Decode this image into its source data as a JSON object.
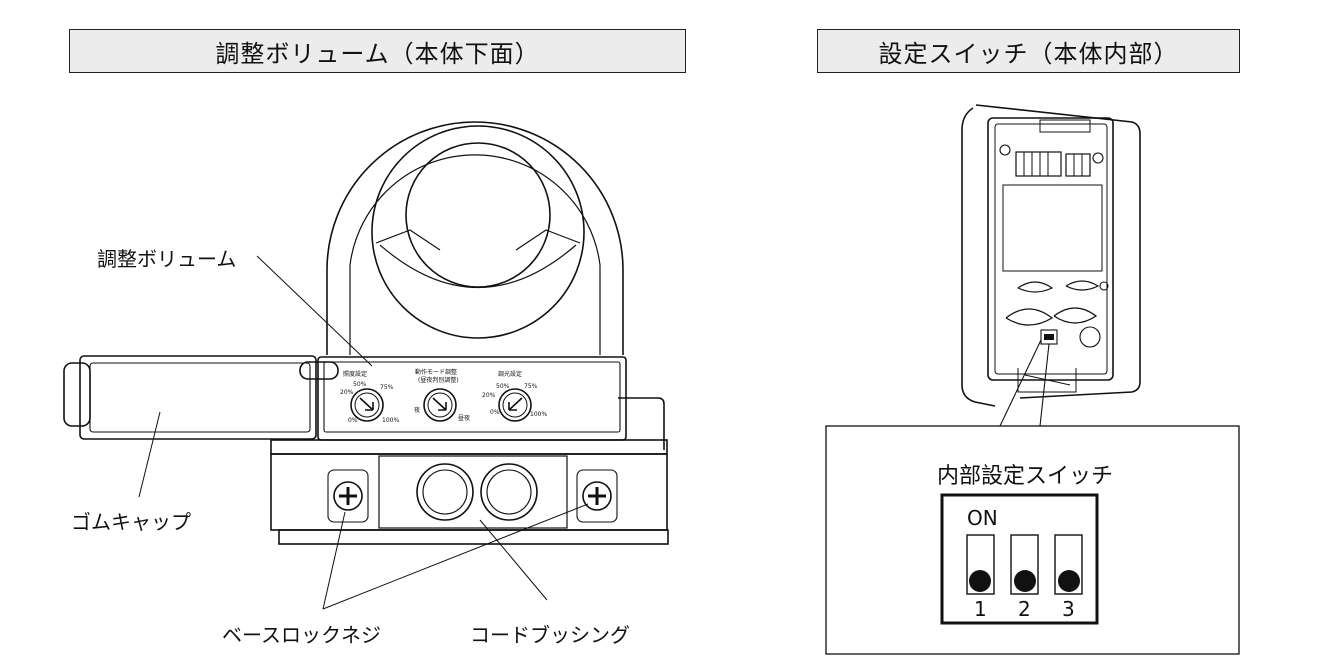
{
  "left_panel": {
    "title": "調整ボリューム（本体下面）",
    "labels": {
      "volume": "調整ボリューム",
      "rubber_cap": "ゴムキャップ",
      "base_lock_screw": "ベースロックネジ",
      "cord_bushing": "コードブッシング"
    },
    "dials": [
      {
        "title": "照度設定",
        "ticks": [
          "20%",
          "50%",
          "75%",
          "0%",
          "100%"
        ]
      },
      {
        "title": "動作モード調整",
        "subtitle": "(昼夜判別調整)",
        "ticks": [
          "夜",
          "昼夜"
        ]
      },
      {
        "title": "調光設定",
        "ticks": [
          "20%",
          "50%",
          "75%",
          "0%",
          "100%"
        ]
      }
    ]
  },
  "right_panel": {
    "title": "設定スイッチ（本体内部）",
    "detail_title": "内部設定スイッチ",
    "on_label": "ON",
    "switches": [
      "1",
      "2",
      "3"
    ]
  }
}
